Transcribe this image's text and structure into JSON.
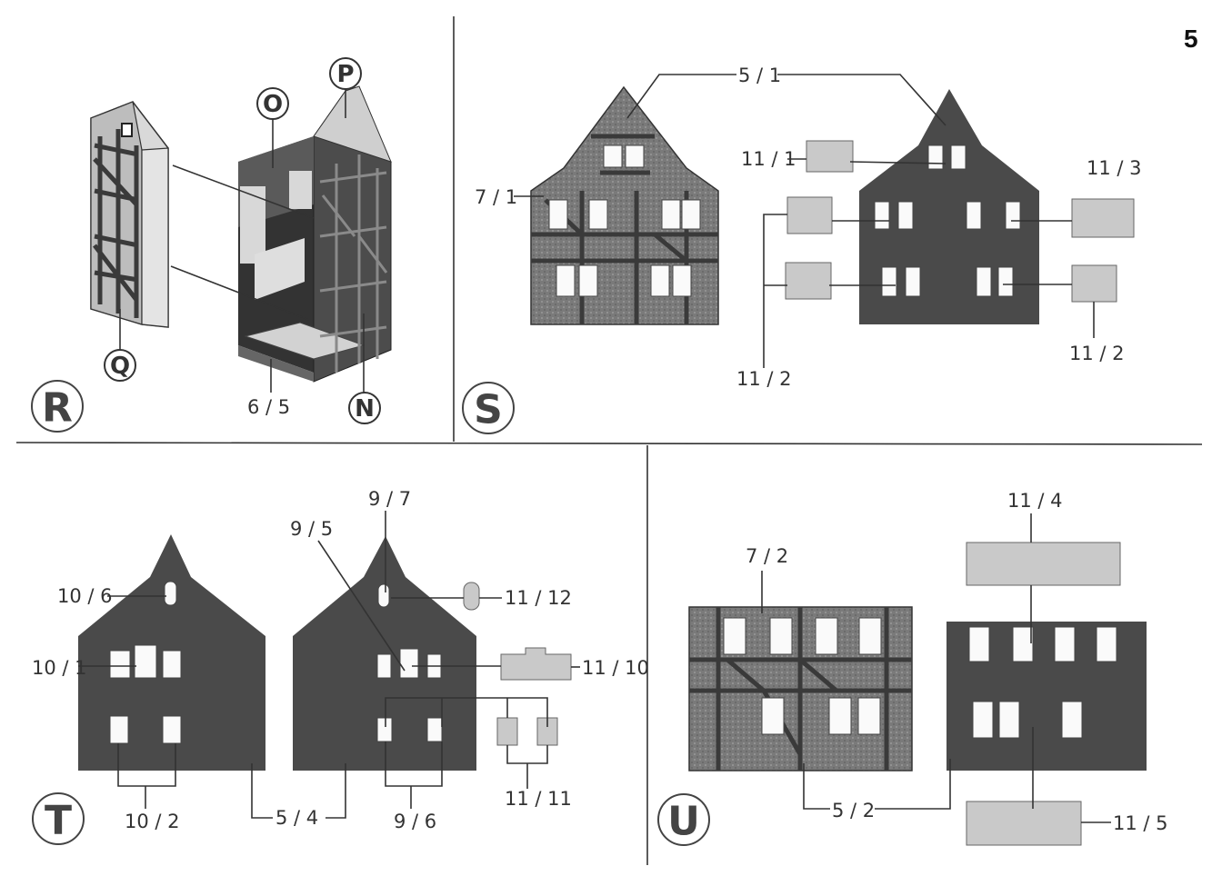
{
  "page_number": "5",
  "panels": {
    "R": {
      "badge": "R",
      "markers": [
        "O",
        "P",
        "Q",
        "N"
      ],
      "part_labels": [
        "6 / 5"
      ]
    },
    "S": {
      "badge": "S",
      "part_labels": [
        "5 / 1",
        "7 / 1",
        "11 / 1",
        "11 / 3",
        "11 / 2",
        "11 / 2"
      ]
    },
    "T": {
      "badge": "T",
      "part_labels": [
        "9 / 7",
        "9 / 5",
        "10 / 6",
        "11 / 12",
        "10 / 1",
        "11 / 10",
        "11 / 11",
        "10 / 2",
        "5 / 4",
        "9 / 6"
      ]
    },
    "U": {
      "badge": "U",
      "part_labels": [
        "11 / 4",
        "7 / 2",
        "5 / 2",
        "11 / 5"
      ]
    }
  }
}
